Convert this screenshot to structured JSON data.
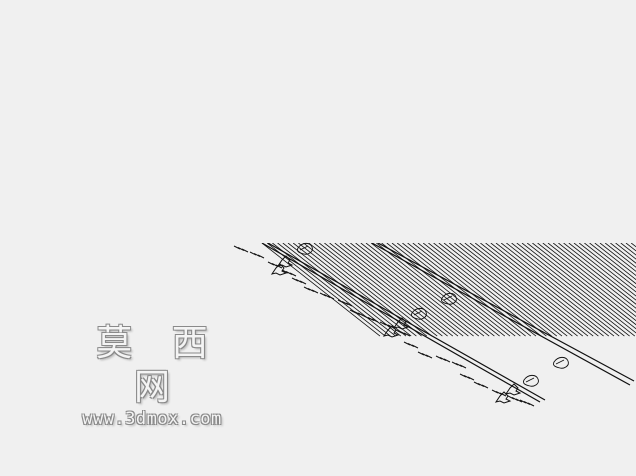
{
  "watermark": {
    "title": "莫 西 网",
    "url": "www.3dmox.com"
  },
  "drawing": {
    "line_color": "#111111",
    "background_color": "#f0f0f0",
    "icon": "cad-railway-track-elevation"
  }
}
